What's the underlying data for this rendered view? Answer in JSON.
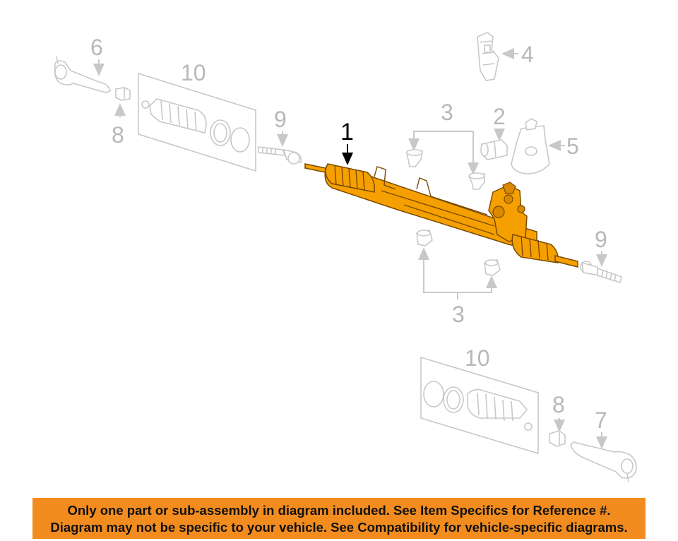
{
  "callouts": {
    "main_part": "1",
    "c2": "2",
    "c3_top": "3",
    "c3_bottom": "3",
    "c4": "4",
    "c5": "5",
    "c6": "6",
    "c7": "7",
    "c8_top": "8",
    "c8_bottom": "8",
    "c9_left": "9",
    "c9_right": "9",
    "c10_top": "10",
    "c10_bottom": "10"
  },
  "banner": {
    "line1": "Only one part or sub-assembly in diagram included. See Item Specifics for Reference #.",
    "line2": "Diagram may not be specific to your vehicle. See Compatibility for vehicle-specific diagrams."
  },
  "colors": {
    "highlight": "#f5a000",
    "banner": "#f28c1f",
    "ghost": "#c8c8c8"
  }
}
